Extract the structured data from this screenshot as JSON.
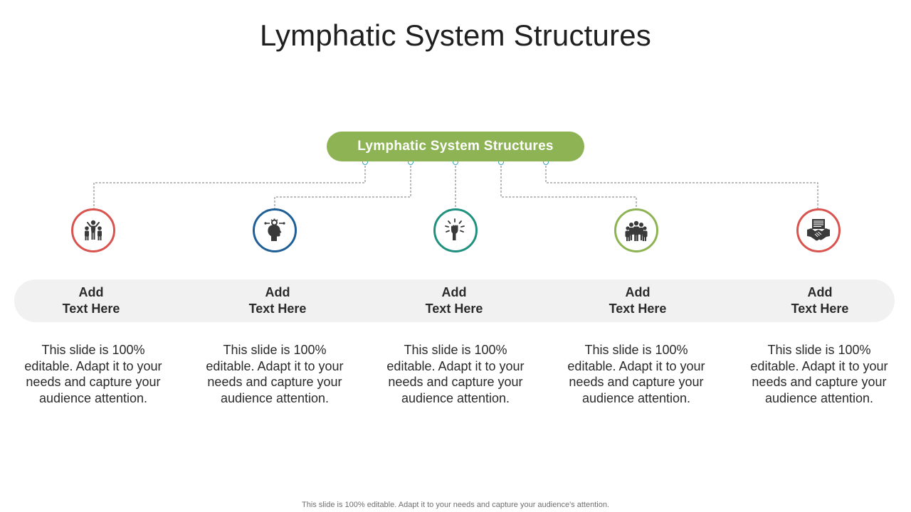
{
  "title": "Lymphatic System Structures",
  "hub": {
    "label": "Lymphatic System Structures",
    "color": "#8db355"
  },
  "line_color": "#7a7a7a",
  "dot_color": "#3aa3b3",
  "nodes": [
    {
      "heading_line1": "Add",
      "heading_line2": "Text Here",
      "body": "This slide is 100% editable. Adapt it to your needs and capture your audience attention.",
      "color": "#d9534f",
      "icon": "group-leader-icon"
    },
    {
      "heading_line1": "Add",
      "heading_line2": "Text Here",
      "body": "This slide is 100% editable. Adapt it to your needs and capture your audience attention.",
      "color": "#1f5f96",
      "icon": "head-gear-icon"
    },
    {
      "heading_line1": "Add",
      "heading_line2": "Text Here",
      "body": "This slide is 100% editable. Adapt it to your needs and capture your audience attention.",
      "color": "#20907f",
      "icon": "raised-fist-icon"
    },
    {
      "heading_line1": "Add",
      "heading_line2": "Text Here",
      "body": "This slide is 100% editable. Adapt it to your needs and capture your audience attention.",
      "color": "#8db355",
      "icon": "team-icon"
    },
    {
      "heading_line1": "Add",
      "heading_line2": "Text Here",
      "body": "This slide is 100% editable. Adapt it to your needs and capture your audience attention.",
      "color": "#d9534f",
      "icon": "handshake-icon"
    }
  ],
  "footer": "This slide is 100% editable. Adapt it to your needs and capture your audience's attention."
}
